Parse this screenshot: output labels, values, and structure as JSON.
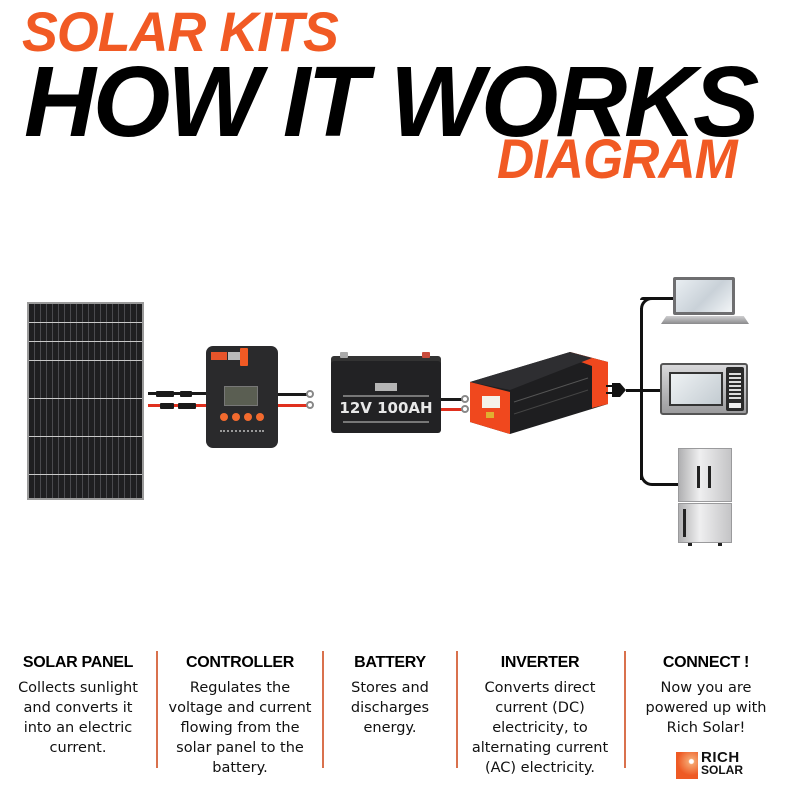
{
  "header": {
    "line1": "SOLAR KITS",
    "line2": "HOW IT WORKS",
    "line3": "DIAGRAM"
  },
  "colors": {
    "accent_orange": "#f15a24",
    "title_black": "#000000",
    "divider": "#d9714d",
    "cable_red": "#e0301e",
    "cable_black": "#1a1a1a"
  },
  "diagram": {
    "components": [
      {
        "id": "solar-panel",
        "icon": "solar-panel-image"
      },
      {
        "id": "controller",
        "icon": "charge-controller-image"
      },
      {
        "id": "battery",
        "icon": "battery-image",
        "label": "12V 100AH"
      },
      {
        "id": "inverter",
        "icon": "inverter-image"
      },
      {
        "id": "appliances",
        "items": [
          "laptop-icon",
          "microwave-icon",
          "refrigerator-icon"
        ]
      }
    ],
    "flow": [
      "solar-panel",
      "controller",
      "battery",
      "inverter",
      "appliances"
    ]
  },
  "captions": [
    {
      "title": "SOLAR PANEL",
      "text": "Collects sunlight\nand converts it\ninto an electric\ncurrent."
    },
    {
      "title": "CONTROLLER",
      "text": "Regulates the\nvoltage and current\nflowing from the\nsolar panel to the\nbattery."
    },
    {
      "title": "BATTERY",
      "text": "Stores and\ndischarges\nenergy."
    },
    {
      "title": "INVERTER",
      "text": "Converts direct\ncurrent (DC)\nelectricity, to\nalternating current\n(AC) electricity."
    },
    {
      "title": "CONNECT !",
      "text": "Now you are\npowered up with\nRich Solar!"
    }
  ],
  "brand": {
    "name_line1": "RICH",
    "name_line2": "SOLAR"
  }
}
